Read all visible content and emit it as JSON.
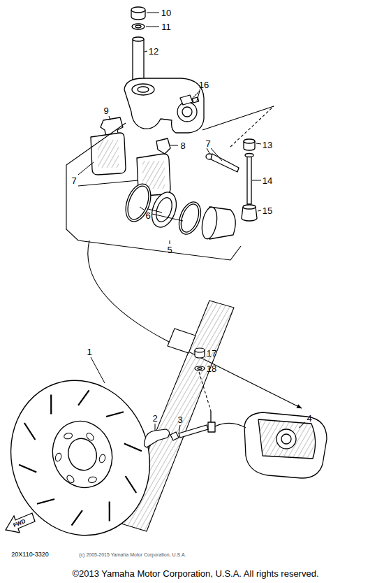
{
  "diagram": {
    "caption": "©2013 Yamaha Motor Corporation, U.S.A. All rights reserved.",
    "labels": [
      "10",
      "11",
      "12",
      "16",
      "7",
      "13",
      "14",
      "15",
      "9",
      "8",
      "7",
      "6",
      "5",
      "17",
      "18",
      "4",
      "1",
      "2",
      "3",
      "FWD",
      "20X110-3320",
      "(c) 2005-2015 Yamaha Motor Corporation, U.S.A."
    ]
  }
}
